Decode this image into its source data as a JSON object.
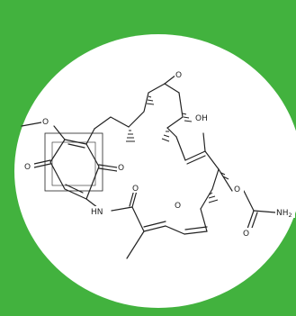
{
  "colors": {
    "frame": "#42b23e",
    "disc": "#ffffff",
    "ink": "#222222"
  },
  "atoms": {
    "methoxy_top": "O",
    "hydroxyl": "OH",
    "methoxy_left": "O",
    "quinone_o_left": "O",
    "quinone_o_right": "O",
    "amide_nh": "HN",
    "amide_o": "O",
    "methoxy_mid": "O",
    "carbamate_o_ester": "O",
    "carbamate_o_carbonyl": "O",
    "carbamate_nh2": "NH",
    "carbamate_nh2_sub": "2"
  }
}
